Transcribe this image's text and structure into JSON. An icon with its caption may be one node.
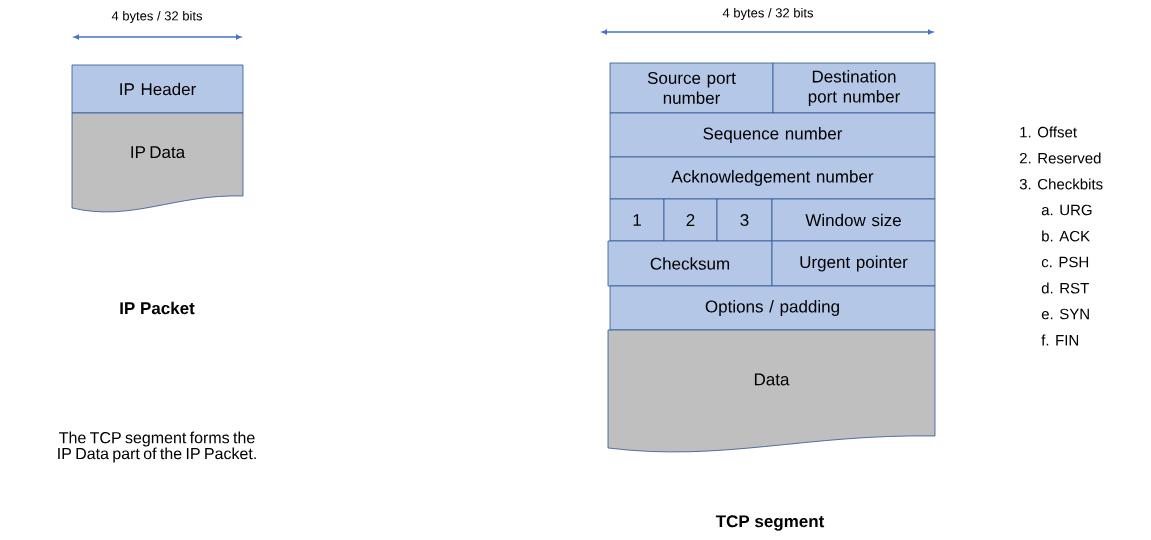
{
  "diagram": {
    "nodes": [
      {
        "text": [
          "IP Header"
        ]
      },
      {
        "text": [
          "IP Data"
        ]
      },
      {
        "text": [
          "Source port number"
        ]
      },
      {
        "text": [
          "Destination port number"
        ]
      },
      {
        "text": [
          "Sequence number"
        ]
      },
      {
        "text": [
          "Acknowledgement number"
        ]
      },
      {
        "text": [
          "1"
        ]
      },
      {
        "text": [
          "2"
        ]
      },
      {
        "text": [
          "3"
        ]
      },
      {
        "text": [
          "Window size"
        ]
      },
      {
        "text": [
          "Checksum"
        ]
      },
      {
        "text": [
          "Urgent pointer"
        ]
      },
      {
        "text": [
          "Options / padding"
        ]
      },
      {
        "text": [
          "Data"
        ]
      }
    ],
    "labels": [
      "4 bytes / 32 bits",
      "4 bytes / 32 bits",
      "IP Packet",
      "The TCP segment forms the IP Data part of the IP Packet.",
      "TCP segment",
      "1. Offset",
      "2. Reserved",
      "3. Checkbits",
      "a. URG",
      "b. ACK",
      "c. PSH",
      "d. RST",
      "e. SYN",
      "f. FIN"
    ]
  }
}
